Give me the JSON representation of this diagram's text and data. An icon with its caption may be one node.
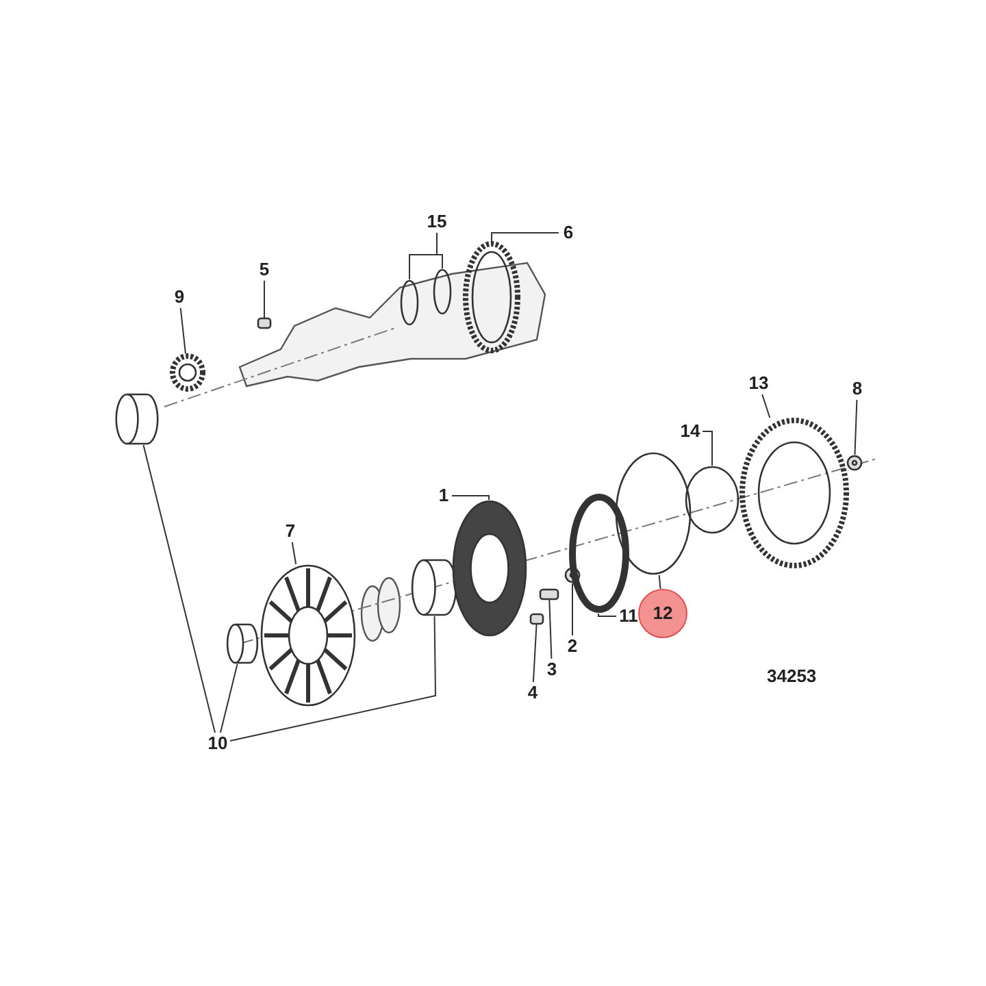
{
  "diagram": {
    "nodes": [
      {
        "text": [
          "15"
        ]
      },
      {
        "text": [
          "6"
        ]
      },
      {
        "text": [
          "5"
        ]
      },
      {
        "text": [
          "9"
        ]
      },
      {
        "text": [
          "10"
        ]
      },
      {
        "text": [
          "1"
        ]
      },
      {
        "text": [
          "7"
        ]
      },
      {
        "text": [
          "2"
        ]
      },
      {
        "text": [
          "3"
        ]
      },
      {
        "text": [
          "4"
        ]
      },
      {
        "text": [
          "11"
        ]
      },
      {
        "text": [
          "12"
        ]
      },
      {
        "text": [
          "14"
        ]
      },
      {
        "text": [
          "13"
        ]
      },
      {
        "text": [
          "8"
        ]
      },
      {
        "text": [],
        "shape": "circle"
      },
      {
        "text": [],
        "shape": "circle"
      },
      {
        "text": [],
        "shape": "picture"
      },
      {
        "text": [],
        "shape": "box"
      },
      {
        "text": [],
        "shape": "picture"
      },
      {
        "text": [],
        "shape": "cylinder"
      },
      {
        "text": [],
        "shape": "cylinder"
      },
      {
        "text": [],
        "shape": "cylinder"
      },
      {
        "text": [],
        "shape": "picture"
      },
      {
        "text": [],
        "shape": "picture"
      },
      {
        "text": [],
        "shape": "picture"
      },
      {
        "text": [],
        "shape": "box"
      },
      {
        "text": [],
        "shape": "box"
      },
      {
        "text": [],
        "shape": "picture"
      },
      {
        "text": [],
        "shape": "circle"
      },
      {
        "text": [],
        "shape": "circle"
      },
      {
        "text": [],
        "shape": "picture"
      },
      {
        "text": [],
        "shape": "picture"
      }
    ],
    "edges": [
      {
        "from": 0,
        "to": 15,
        "arrow": "none"
      },
      {
        "from": 0,
        "to": 16,
        "arrow": "none"
      },
      {
        "from": 1,
        "to": 17,
        "arrow": "none"
      },
      {
        "from": 2,
        "to": 18,
        "arrow": "none"
      },
      {
        "from": 3,
        "to": 19,
        "arrow": "none"
      },
      {
        "from": 4,
        "to": 20,
        "arrow": "none"
      },
      {
        "from": 4,
        "to": 21,
        "arrow": "none"
      },
      {
        "from": 4,
        "to": 22,
        "arrow": "none"
      },
      {
        "from": 5,
        "to": 23,
        "arrow": "none"
      },
      {
        "from": 6,
        "to": 24,
        "arrow": "none"
      },
      {
        "from": 7,
        "to": 25,
        "arrow": "none"
      },
      {
        "from": 8,
        "to": 26,
        "arrow": "none"
      },
      {
        "from": 9,
        "to": 27,
        "arrow": "none"
      },
      {
        "from": 10,
        "to": 28,
        "arrow": "none"
      },
      {
        "from": 11,
        "to": 29,
        "arrow": "none"
      },
      {
        "from": 12,
        "to": 30,
        "arrow": "none"
      },
      {
        "from": 13,
        "to": 31,
        "arrow": "none"
      },
      {
        "from": 14,
        "to": 32,
        "arrow": "none"
      }
    ],
    "labels": [
      "34253"
    ]
  }
}
